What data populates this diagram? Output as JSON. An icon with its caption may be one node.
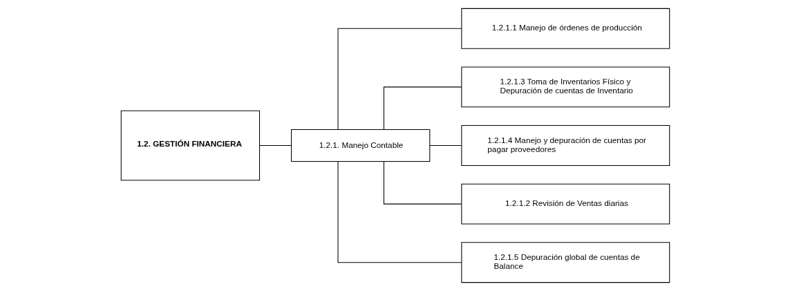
{
  "diagram": {
    "nodes": [
      {
        "text": [
          "1.2. GESTIÓN FINANCIERA"
        ]
      },
      {
        "text": [
          "1.2.1. Manejo Contable"
        ]
      },
      {
        "text": [
          "1.2.1.1 Manejo de órdenes de producción"
        ]
      },
      {
        "text": [
          "1.2.1.3 Toma de Inventarios Físico y Depuración de cuentas de Inventario"
        ]
      },
      {
        "text": [
          "1.2.1.4 Manejo y depuración de cuentas por pagar proveedores"
        ]
      },
      {
        "text": [
          "1.2.1.2 Revisión de Ventas diarias"
        ]
      },
      {
        "text": [
          "1.2.1.5 Depuración global de cuentas de Balance"
        ]
      }
    ],
    "edges": [
      {
        "from": 0,
        "to": 1,
        "arrow": "none"
      },
      {
        "from": 1,
        "to": 2,
        "arrow": "none"
      },
      {
        "from": 1,
        "to": 3,
        "arrow": "none"
      },
      {
        "from": 1,
        "to": 4,
        "arrow": "none"
      },
      {
        "from": 1,
        "to": 5,
        "arrow": "none"
      },
      {
        "from": 1,
        "to": 6,
        "arrow": "none"
      }
    ]
  }
}
